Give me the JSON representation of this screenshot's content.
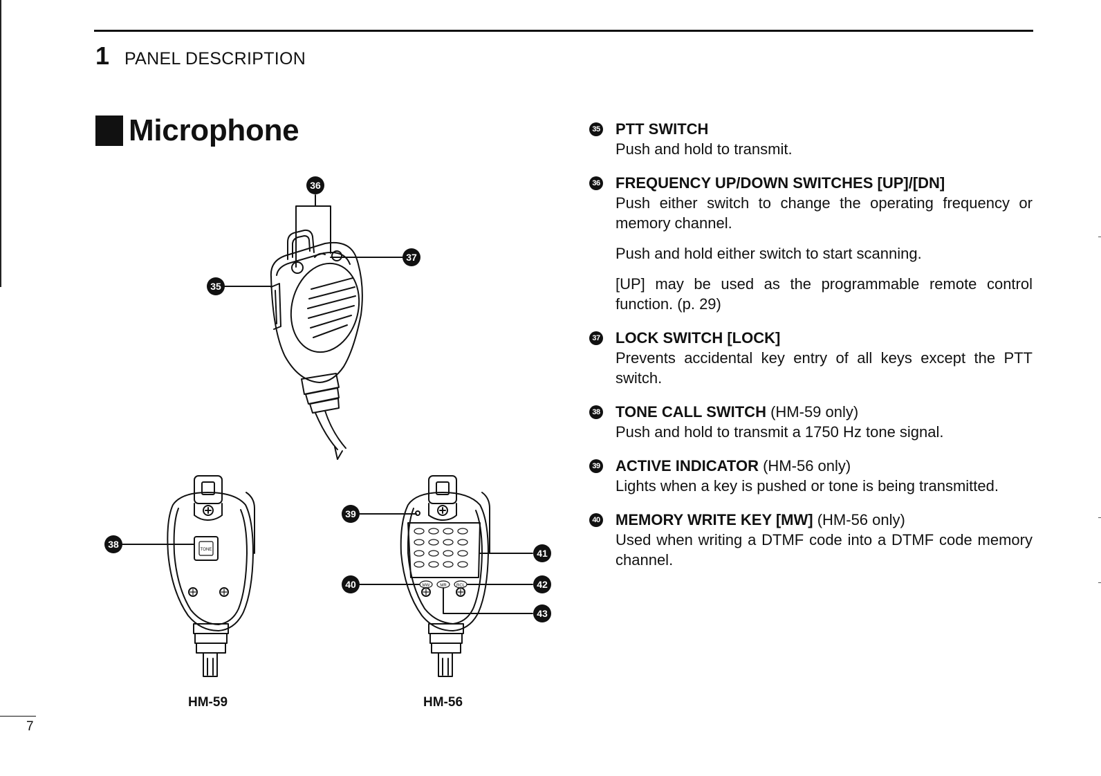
{
  "header": {
    "chapter_number": "1",
    "chapter_title": "PANEL DESCRIPTION"
  },
  "section": {
    "title": "Microphone"
  },
  "callouts": {
    "c35": "35",
    "c36": "36",
    "c37": "37",
    "c38": "38",
    "c39": "39",
    "c40": "40",
    "c41": "41",
    "c42": "42",
    "c43": "43"
  },
  "keypad_labels": {
    "tone": "TONE",
    "mw": "MW",
    "mr": "MR",
    "rcl": "RCL"
  },
  "captions": {
    "hm59": "HM-59",
    "hm56": "HM-56"
  },
  "descriptions": [
    {
      "number": "35",
      "title": "PTT SWITCH",
      "note": "",
      "paragraphs": [
        "Push and hold to transmit."
      ]
    },
    {
      "number": "36",
      "title": "FREQUENCY UP/DOWN SWITCHES [UP]/[DN]",
      "note": "",
      "paragraphs": [
        "Push either switch to change the operating frequency or memory channel.",
        "Push and hold either switch to start scanning.",
        "[UP] may be used as the programmable remote control function. (p. 29)"
      ]
    },
    {
      "number": "37",
      "title": "LOCK SWITCH [LOCK]",
      "note": "",
      "paragraphs": [
        "Prevents accidental key entry of all keys except the PTT switch."
      ]
    },
    {
      "number": "38",
      "title": "TONE CALL SWITCH",
      "note": " (HM-59 only)",
      "paragraphs": [
        "Push and hold to transmit a 1750 Hz tone signal."
      ]
    },
    {
      "number": "39",
      "title": "ACTIVE INDICATOR",
      "note": " (HM-56 only)",
      "paragraphs": [
        "Lights when a key is pushed or tone is being transmitted."
      ]
    },
    {
      "number": "40",
      "title": "MEMORY WRITE KEY [MW]",
      "note": " (HM-56 only)",
      "paragraphs": [
        "Used when writing a DTMF code into a DTMF code memory channel."
      ]
    }
  ],
  "page_number": "7"
}
